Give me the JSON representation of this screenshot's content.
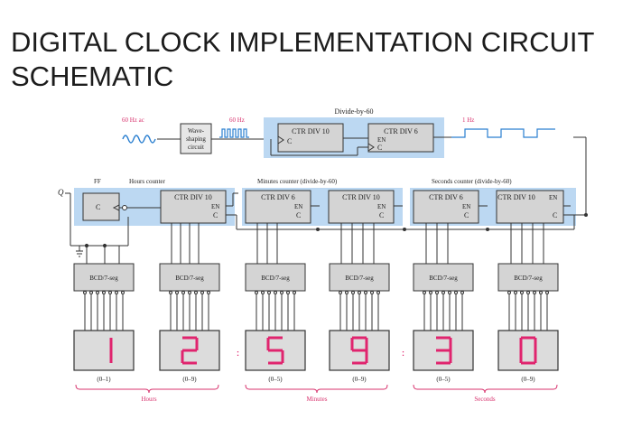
{
  "title": "DIGITAL CLOCK IMPLEMENTATION CIRCUIT SCHEMATIC",
  "top_row": {
    "input_label": "60 Hz ac",
    "waveshaping_label": [
      "Wave-",
      "shaping",
      "circuit"
    ],
    "pulse_label": "60 Hz",
    "divide_by_60_label": "Divide-by-60",
    "ctr_div10_label": "CTR DIV 10",
    "ctr_div6_label": "CTR DIV 6",
    "en_label": "EN",
    "c_label": "C",
    "output_label": "1 Hz"
  },
  "counters": {
    "q_label": "Q",
    "ff_label": "FF",
    "ff_c_label": "C",
    "hours_counter_label": "Hours counter",
    "minutes_counter_label": "Minutes counter (divide-by-60)",
    "seconds_counter_label": "Seconds counter (divide-by-60)",
    "blocks": [
      {
        "name": "CTR DIV 10",
        "en": "EN",
        "c": "C"
      },
      {
        "name": "CTR DIV 6",
        "en": "EN",
        "c": "C"
      },
      {
        "name": "CTR DIV 10",
        "en": "EN",
        "c": "C"
      },
      {
        "name": "CTR DIV 6",
        "en": "EN",
        "c": "C"
      },
      {
        "name": "CTR DIV 10",
        "en": "EN",
        "c": "C"
      }
    ]
  },
  "decoders": [
    "BCD/7-seg",
    "BCD/7-seg",
    "BCD/7-seg",
    "BCD/7-seg",
    "BCD/7-seg",
    "BCD/7-seg"
  ],
  "digits": [
    "1",
    "2",
    "5",
    "9",
    "3",
    "0"
  ],
  "separators": [
    ":",
    ":"
  ],
  "ranges": [
    "(0–1)",
    "(0–9)",
    "(0–5)",
    "(0–9)",
    "(0–5)",
    "(0–9)"
  ],
  "groups": [
    "Hours",
    "Minutes",
    "Seconds"
  ],
  "colors": {
    "display_digit": "#e0246e",
    "counter_highlight": "#bcd8f2",
    "label_pink": "#d8336e"
  }
}
